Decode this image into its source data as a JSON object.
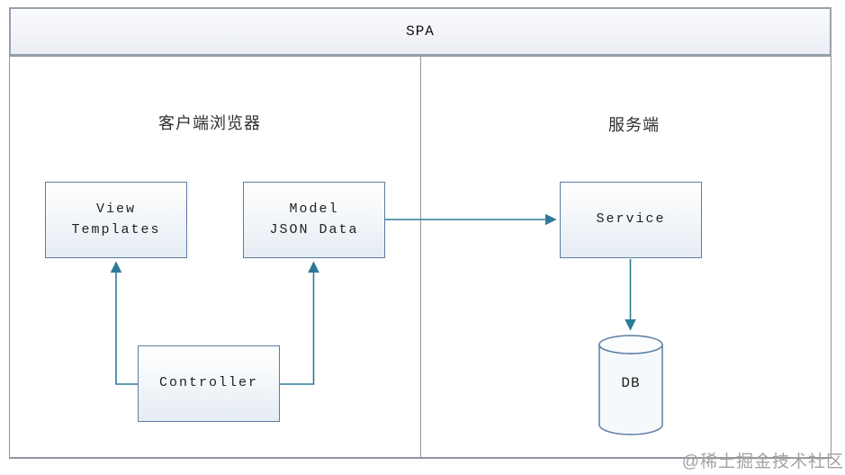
{
  "header": {
    "title": "SPA"
  },
  "sections": {
    "client": {
      "label": "客户端浏览器"
    },
    "server": {
      "label": "服务端"
    }
  },
  "nodes": {
    "view_templates": {
      "label": "View\nTemplates"
    },
    "model": {
      "label": "Model\nJSON Data"
    },
    "service": {
      "label": "Service"
    },
    "controller": {
      "label": "Controller"
    },
    "db": {
      "label": "DB",
      "shape": "cylinder"
    }
  },
  "edges": [
    {
      "from": "model",
      "to": "service"
    },
    {
      "from": "controller",
      "to": "view_templates"
    },
    {
      "from": "controller",
      "to": "model"
    },
    {
      "from": "service",
      "to": "db"
    }
  ],
  "watermark": "@稀土掘金技术社区",
  "colors": {
    "arrow": "#2e7a97",
    "node_border": "#5b7da2",
    "frame_border": "#8f969e",
    "header_border": "#97a1ac",
    "node_fill_bottom": "#e6ecf4",
    "watermark_text": "#a2a2a2"
  }
}
